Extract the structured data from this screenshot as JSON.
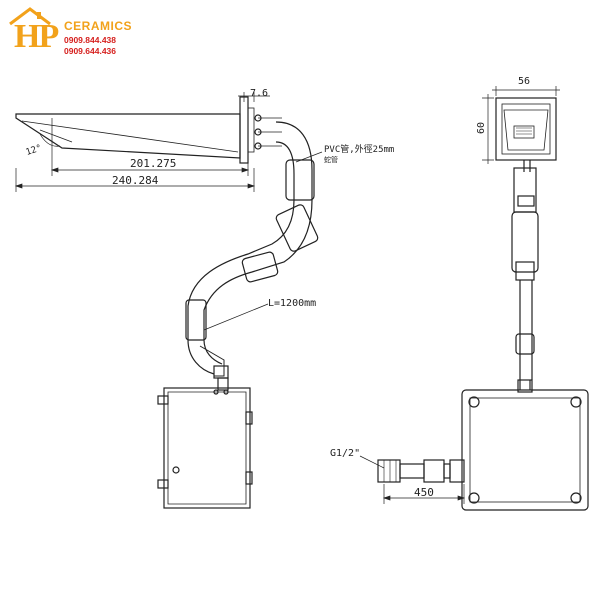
{
  "logo": {
    "mark": "HP",
    "brand": "CERAMICS",
    "phones": [
      "0909.844.438",
      "0909.644.436"
    ],
    "colors": {
      "primary": "#f2a21b",
      "accent": "#d6201e"
    }
  },
  "diagram": {
    "side_view": {
      "dimensions": {
        "flange_depth": "7.6",
        "outlet_angle": "12°",
        "outlet_reach": "201.275",
        "overall_length": "240.284"
      }
    },
    "hose": {
      "spec": "PVC管,外徑25mm",
      "note": "蛇管",
      "length": "L=1200mm"
    },
    "front_view": {
      "width": "56",
      "height": "60"
    },
    "inlet": {
      "thread": "G1/2\"",
      "length": "450"
    }
  }
}
